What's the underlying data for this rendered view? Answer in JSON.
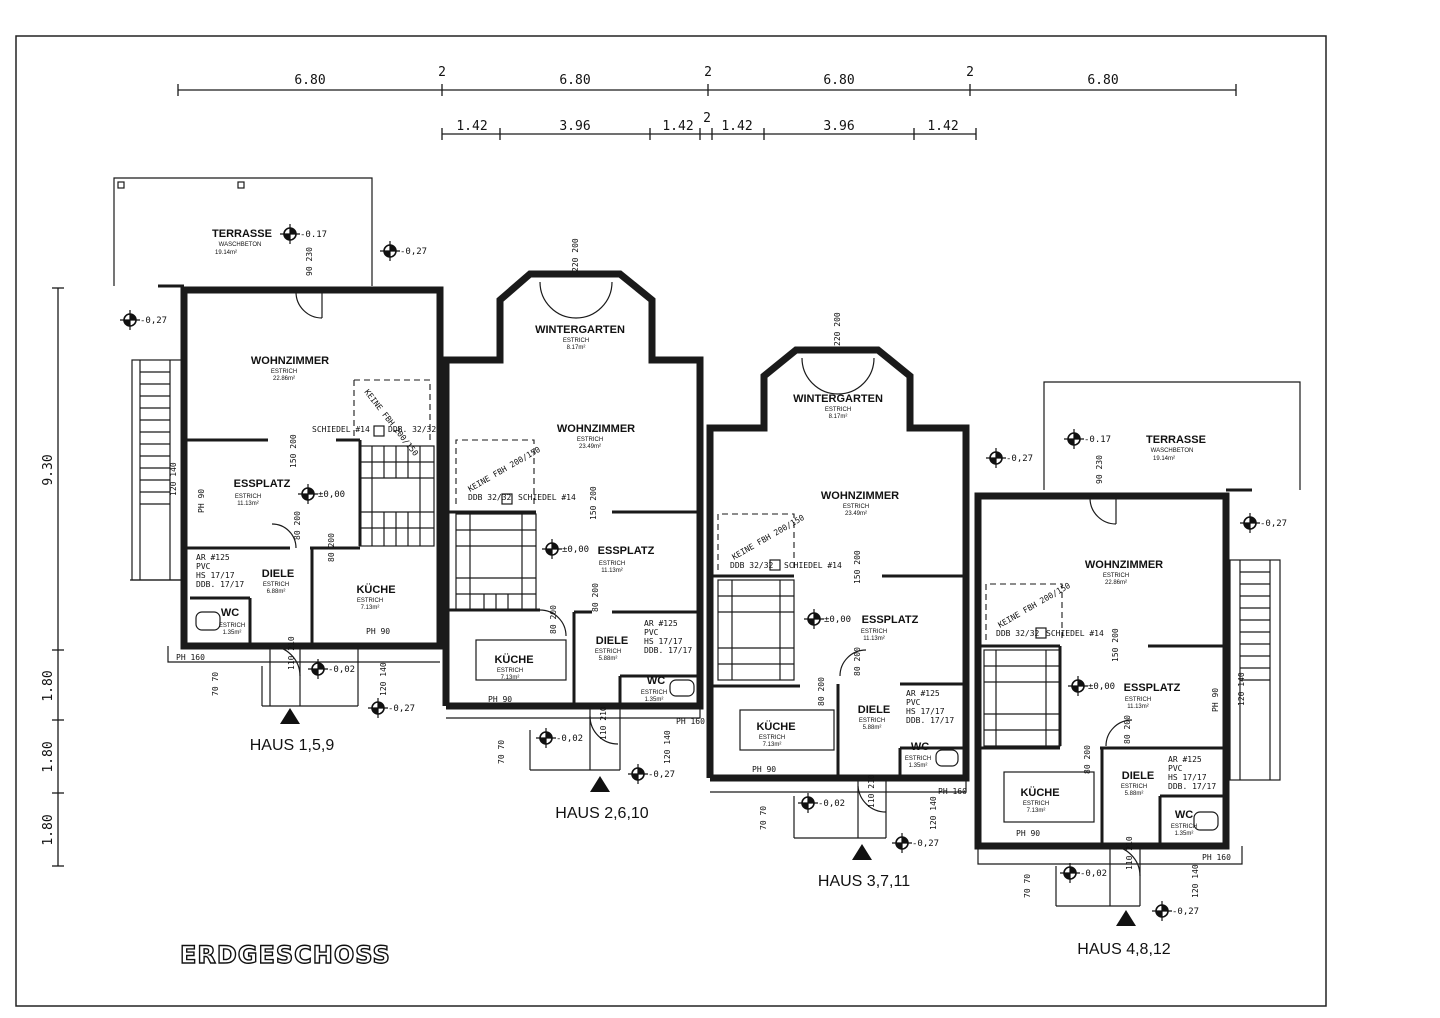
{
  "title": "ERDGESCHOSS",
  "dims": {
    "top": [
      "6.80",
      "2",
      "6.80",
      "2",
      "6.80",
      "2",
      "6.80"
    ],
    "second": [
      "1.42",
      "3.96",
      "1.42",
      "2",
      "1.42",
      "3.96",
      "1.42"
    ],
    "left": [
      "9.30",
      "1.80",
      "1.80",
      "1.80"
    ]
  },
  "levels": [
    "-0.17",
    "-0,27",
    "-0,27",
    "±0,00",
    "-0,02",
    "-0,27",
    "±0,00",
    "-0,02",
    "-0,27",
    "±0,00",
    "-0,02",
    "-0,27",
    "-0,27",
    "-0.17",
    "-0,27",
    "±0,00",
    "-0,02",
    "-0,27"
  ],
  "houses": [
    {
      "label": "HAUS 1,5,9",
      "terrasse": {
        "name": "TERRASSE",
        "sub": "WASCHBETON",
        "area": "19.14m²"
      },
      "wohn": {
        "name": "WOHNZIMMER",
        "sub": "ESTRICH",
        "area": "22.86m²"
      },
      "ess": {
        "name": "ESSPLATZ",
        "sub": "ESTRICH",
        "area": "11.13m²"
      },
      "kueche": {
        "name": "KÜCHE",
        "sub": "ESTRICH",
        "area": "7.13m²"
      },
      "diele": {
        "name": "DIELE",
        "sub": "ESTRICH",
        "area": "6.88m²"
      },
      "wc": {
        "name": "WC",
        "sub": "ESTRICH",
        "area": "1.35m²"
      },
      "ar": [
        "AR #125",
        "PVC",
        "HS 17/17",
        "DDB. 17/17"
      ],
      "schiedel": "SCHIEDEL #14",
      "ddb": "DDB. 32/32",
      "keine": "KEINE FBH 200/150",
      "ph": [
        "PH 90",
        "PH 90",
        "PH 160"
      ],
      "door": [
        "90 230",
        "150 200",
        "80 200",
        "80 200",
        "110 210",
        "70 70",
        "120 140",
        "120 140"
      ]
    },
    {
      "label": "HAUS 2,6,10",
      "winter": {
        "name": "WINTERGARTEN",
        "sub": "ESTRICH",
        "area": "8.17m²"
      },
      "wohn": {
        "name": "WOHNZIMMER",
        "sub": "ESTRICH",
        "area": "23.49m²"
      },
      "ess": {
        "name": "ESSPLATZ",
        "sub": "ESTRICH",
        "area": "11.13m²"
      },
      "kueche": {
        "name": "KÜCHE",
        "sub": "ESTRICH",
        "area": "7.13m²"
      },
      "diele": {
        "name": "DIELE",
        "sub": "ESTRICH",
        "area": "5.88m²"
      },
      "wc": {
        "name": "WC",
        "sub": "ESTRICH",
        "area": "1.35m²"
      },
      "ar": [
        "AR #125",
        "PVC",
        "HS 17/17",
        "DDB. 17/17"
      ],
      "schiedel": "SCHIEDEL #14",
      "ddb": "DDB 32/32",
      "keine": "KEINE FBH 200/150",
      "ph": [
        "PH 90",
        "PH 160"
      ],
      "door": [
        "220 200",
        "150 200",
        "80 200",
        "80 200",
        "110 210",
        "70 70",
        "120 140"
      ]
    },
    {
      "label": "HAUS 3,7,11",
      "winter": {
        "name": "WINTERGARTEN",
        "sub": "ESTRICH",
        "area": "8.17m²"
      },
      "wohn": {
        "name": "WOHNZIMMER",
        "sub": "ESTRICH",
        "area": "23.49m²"
      },
      "ess": {
        "name": "ESSPLATZ",
        "sub": "ESTRICH",
        "area": "11.13m²"
      },
      "kueche": {
        "name": "KÜCHE",
        "sub": "ESTRICH",
        "area": "7.13m²"
      },
      "diele": {
        "name": "DIELE",
        "sub": "ESTRICH",
        "area": "5.88m²"
      },
      "wc": {
        "name": "WC",
        "sub": "ESTRICH",
        "area": "1.35m²"
      },
      "ar": [
        "AR #125",
        "PVC",
        "HS 17/17",
        "DDB. 17/17"
      ],
      "schiedel": "SCHIEDEL #14",
      "ddb": "DDB 32/32",
      "keine": "KEINE FBH 200/150",
      "ph": [
        "PH 90",
        "PH 160"
      ],
      "door": [
        "220 200",
        "150 200",
        "80 200",
        "80 200",
        "110 210",
        "70 70",
        "120 140"
      ]
    },
    {
      "label": "HAUS 4,8,12",
      "terrasse": {
        "name": "TERRASSE",
        "sub": "WASCHBETON",
        "area": "19.14m²"
      },
      "wohn": {
        "name": "WOHNZIMMER",
        "sub": "ESTRICH",
        "area": "22.86m²"
      },
      "ess": {
        "name": "ESSPLATZ",
        "sub": "ESTRICH",
        "area": "11.13m²"
      },
      "kueche": {
        "name": "KÜCHE",
        "sub": "ESTRICH",
        "area": "7.13m²"
      },
      "diele": {
        "name": "DIELE",
        "sub": "ESTRICH",
        "area": "5.88m²"
      },
      "wc": {
        "name": "WC",
        "sub": "ESTRICH",
        "area": "1.35m²"
      },
      "ar": [
        "AR #125",
        "PVC",
        "HS 17/17",
        "DDB. 17/17"
      ],
      "schiedel": "SCHIEDEL #14",
      "ddb": "DDB 32/32",
      "keine": "KEINE FBH 200/150",
      "ph": [
        "PH 90",
        "PH 90",
        "PH 160"
      ],
      "door": [
        "90 230",
        "150 200",
        "80 200",
        "80 200",
        "110 210",
        "70 70",
        "120 140",
        "120 140"
      ]
    }
  ]
}
